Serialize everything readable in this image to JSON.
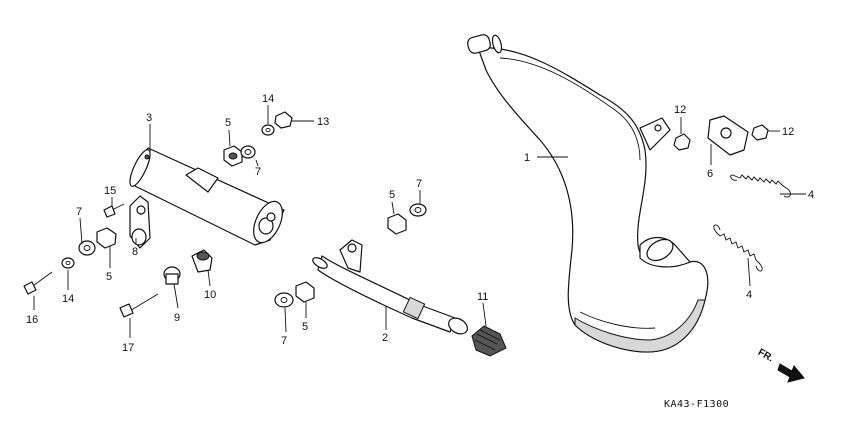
{
  "diagram": {
    "catalog_code": "KA43-F1300",
    "direction_marker": "FR.",
    "callouts": [
      {
        "id": "c1",
        "text": "1"
      },
      {
        "id": "c2",
        "text": "2"
      },
      {
        "id": "c3",
        "text": "3"
      },
      {
        "id": "c4a",
        "text": "4"
      },
      {
        "id": "c4b",
        "text": "4"
      },
      {
        "id": "c5a",
        "text": "5"
      },
      {
        "id": "c5b",
        "text": "5"
      },
      {
        "id": "c5c",
        "text": "5"
      },
      {
        "id": "c5d",
        "text": "5"
      },
      {
        "id": "c6",
        "text": "6"
      },
      {
        "id": "c7a",
        "text": "7"
      },
      {
        "id": "c7b",
        "text": "7"
      },
      {
        "id": "c7c",
        "text": "7"
      },
      {
        "id": "c7d",
        "text": "7"
      },
      {
        "id": "c8",
        "text": "8"
      },
      {
        "id": "c9",
        "text": "9"
      },
      {
        "id": "c10",
        "text": "10"
      },
      {
        "id": "c11",
        "text": "11"
      },
      {
        "id": "c12a",
        "text": "12"
      },
      {
        "id": "c12b",
        "text": "12"
      },
      {
        "id": "c13",
        "text": "13"
      },
      {
        "id": "c14a",
        "text": "14"
      },
      {
        "id": "c14b",
        "text": "14"
      },
      {
        "id": "c15",
        "text": "15"
      },
      {
        "id": "c16",
        "text": "16"
      },
      {
        "id": "c17",
        "text": "17"
      }
    ]
  }
}
